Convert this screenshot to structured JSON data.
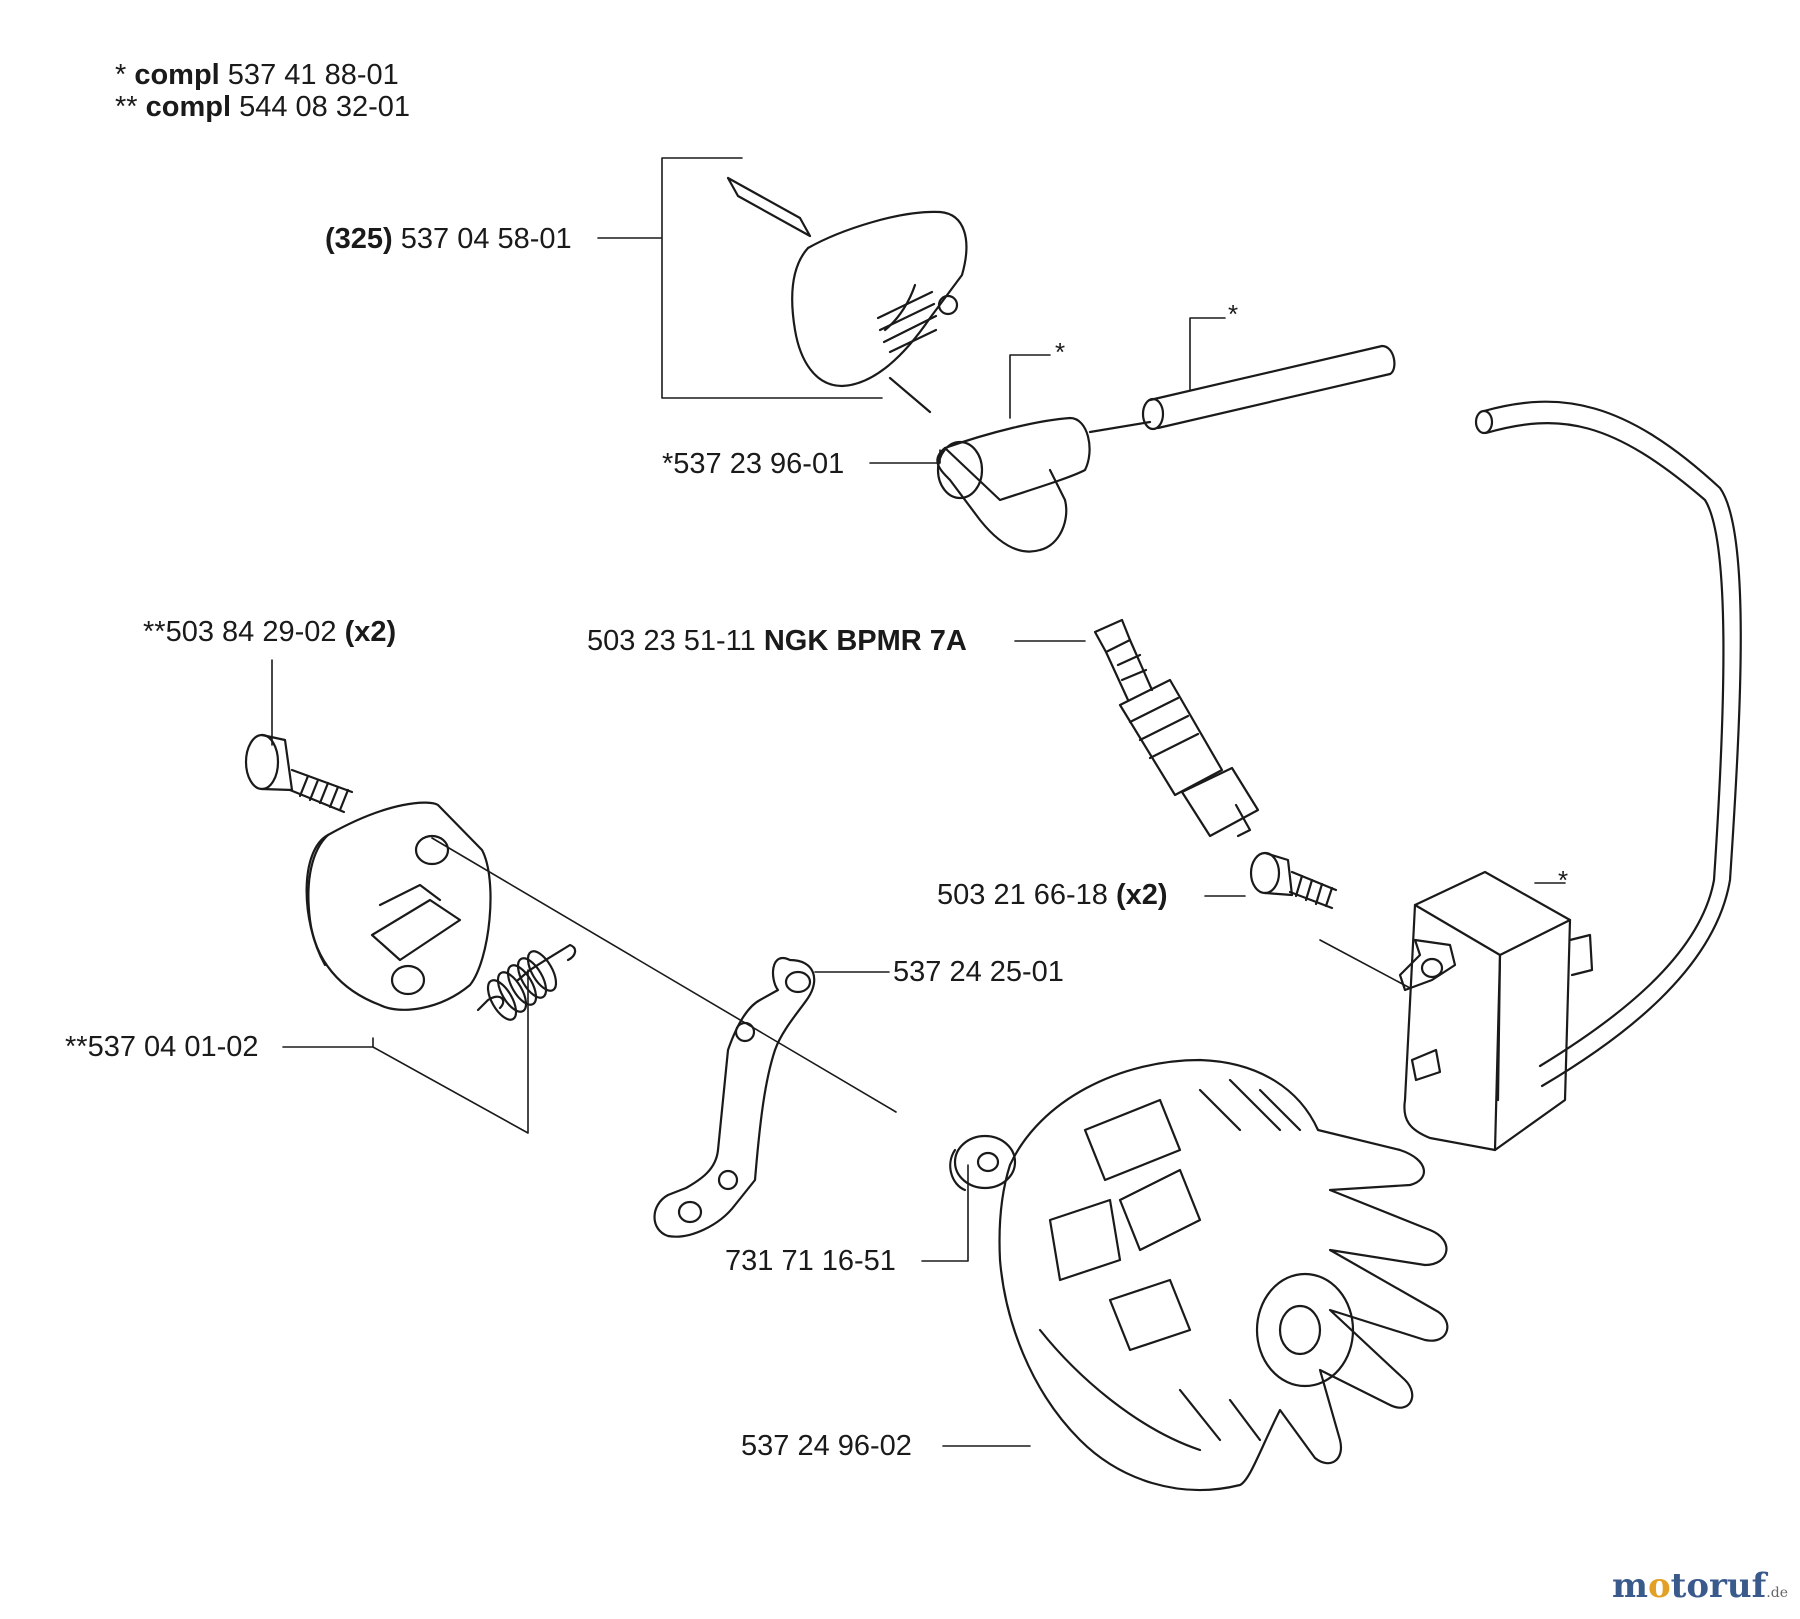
{
  "header": {
    "compl_1": {
      "prefix": "* ",
      "word": "compl",
      "number": " 537 41 88-01"
    },
    "compl_2": {
      "prefix": "** ",
      "word": "compl",
      "number": " 544 08 32-01"
    }
  },
  "callouts": {
    "cap": {
      "bold": "(325)",
      "text": " 537 04 58-01"
    },
    "boot": {
      "text": "*537 23 96-01"
    },
    "spark_plug": {
      "text": "503 23 51-11 ",
      "bold": "NGK BPMR 7A"
    },
    "clutch_screw": {
      "text": "**503 84 29-02 ",
      "bold": "(x2)"
    },
    "coil_screw": {
      "text": "503 21 66-18 ",
      "bold": "(x2)"
    },
    "brake_lever": {
      "text": "537 24 25-01"
    },
    "clutch_shoes": {
      "text": "**537 04 01-02"
    },
    "washer": {
      "text": "731 71 16-51"
    },
    "flywheel": {
      "text": "537 24 96-02"
    }
  },
  "asterisks": {
    "boot_mark": "*",
    "lead_mark": "*",
    "coil_mark": "*"
  },
  "watermark": {
    "brand_a": "m",
    "brand_b": "o",
    "brand_rest": "toruf",
    "tld": ".de"
  },
  "colors": {
    "ink": "#1a1a1a",
    "watermark_blue": "#3a5a8c",
    "watermark_orange": "#e2a126"
  }
}
